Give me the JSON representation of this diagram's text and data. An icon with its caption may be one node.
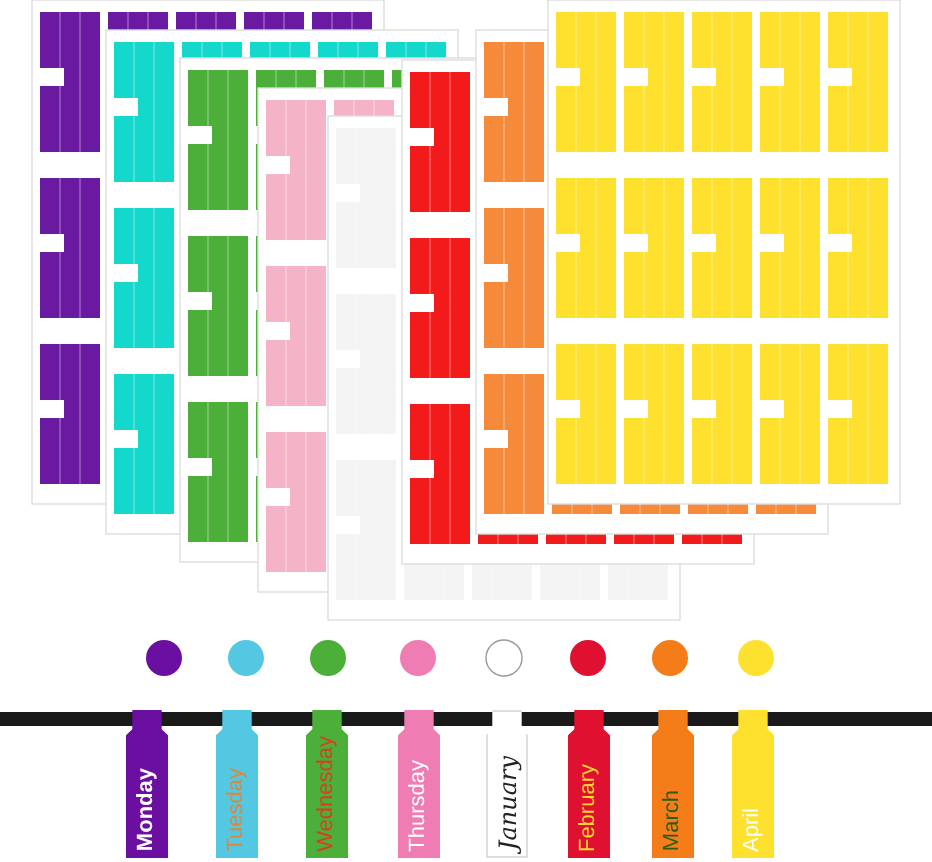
{
  "diagram": {
    "nodes": [
      {
        "text": [
          "Monday"
        ]
      },
      {
        "text": [
          "Tuesday"
        ]
      },
      {
        "text": [
          "Wednesday"
        ]
      },
      {
        "text": [
          "Thursday"
        ]
      },
      {
        "text": [
          "January"
        ]
      },
      {
        "text": [
          "February"
        ]
      },
      {
        "text": [
          "March"
        ]
      },
      {
        "text": [
          "April"
        ]
      }
    ]
  }
}
